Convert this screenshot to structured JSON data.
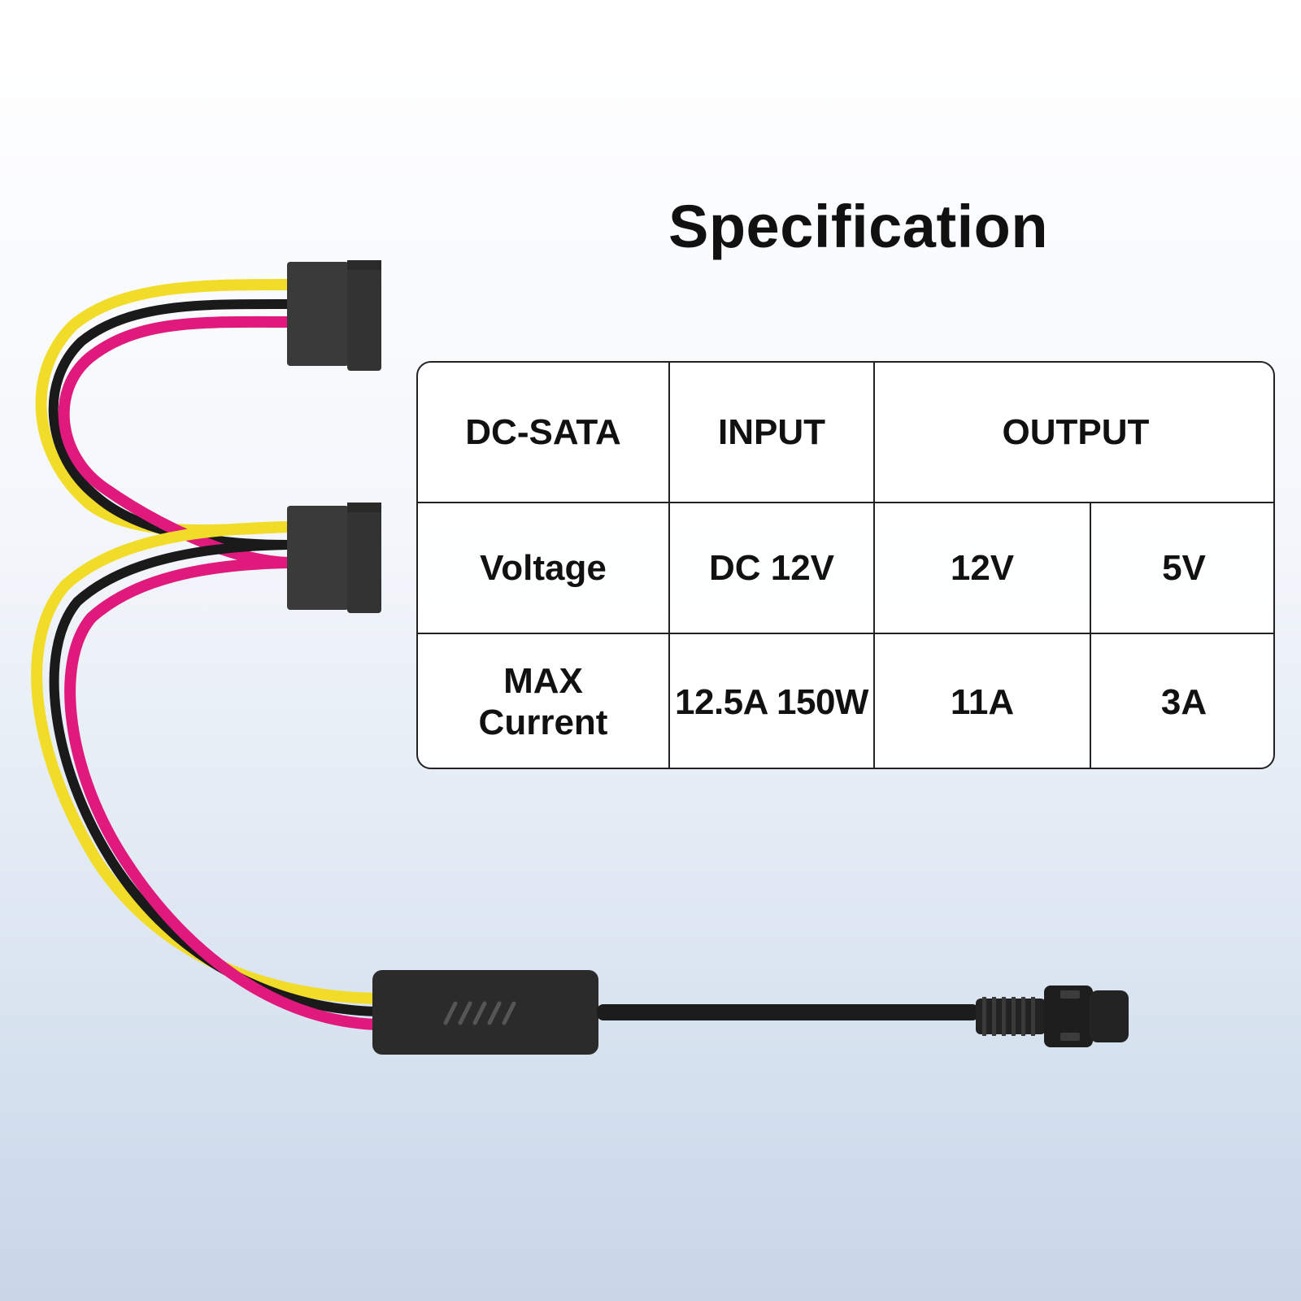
{
  "title": "Specification",
  "table": {
    "header": {
      "product": "DC-SATA",
      "input": "INPUT",
      "output": "OUTPUT"
    },
    "rows": [
      {
        "label": "Voltage",
        "input": "DC 12V",
        "out_12v": "12V",
        "out_5v": "5V"
      },
      {
        "label_line1": "MAX",
        "label_line2": "Current",
        "input": "12.5A 150W",
        "out_12v": "11A",
        "out_5v": "3A"
      }
    ]
  },
  "colors": {
    "wire_yellow": "#f2dc2a",
    "wire_black": "#1a1a1a",
    "wire_pink": "#e0197d",
    "connector": "#3a3a3a",
    "text": "#111111"
  }
}
